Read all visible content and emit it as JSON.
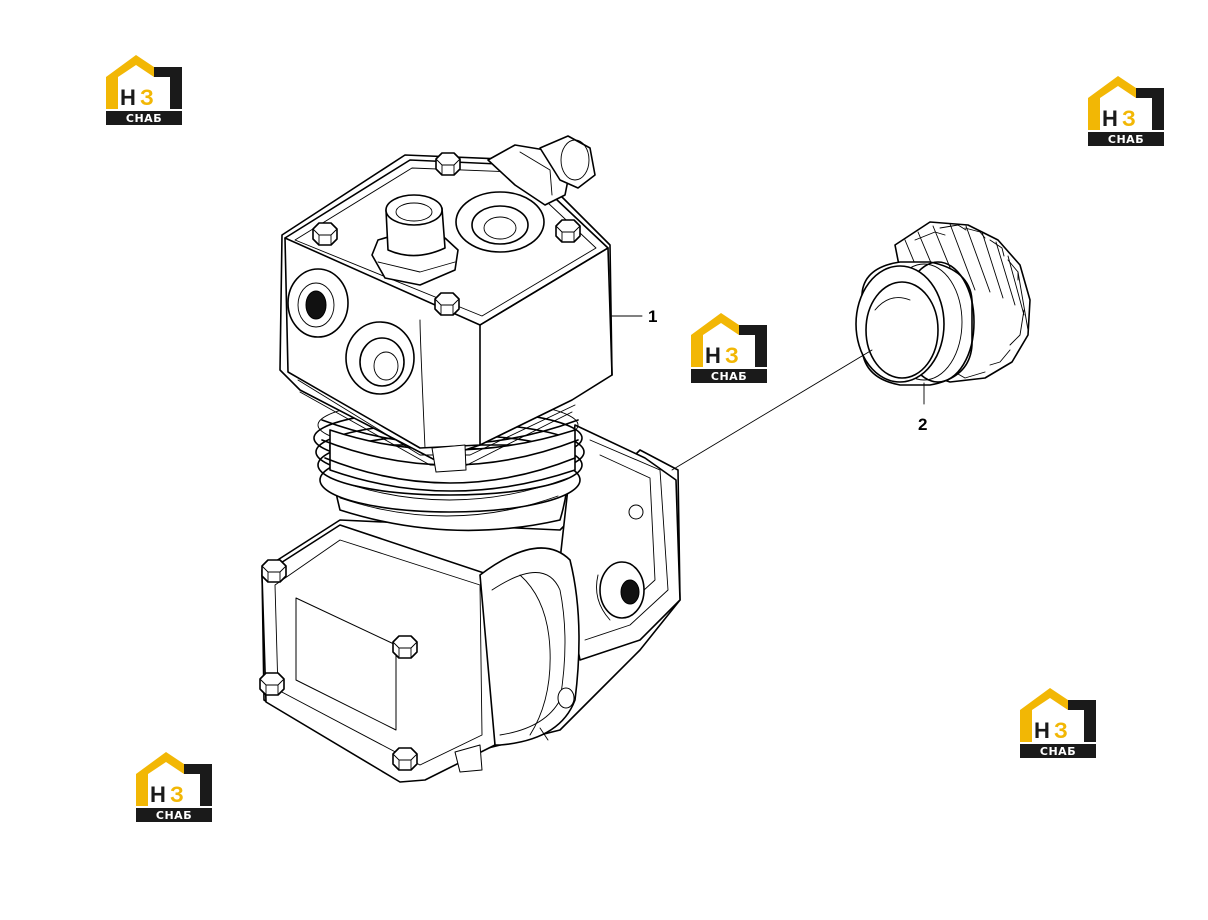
{
  "callouts": [
    {
      "id": "1",
      "label": "1"
    },
    {
      "id": "2",
      "label": "2"
    }
  ],
  "watermark": {
    "letters_h": "Н",
    "letters_3": "З",
    "caption": "СНАБ",
    "color_yellow": "#f2b705",
    "color_dark": "#1a1a1a"
  }
}
